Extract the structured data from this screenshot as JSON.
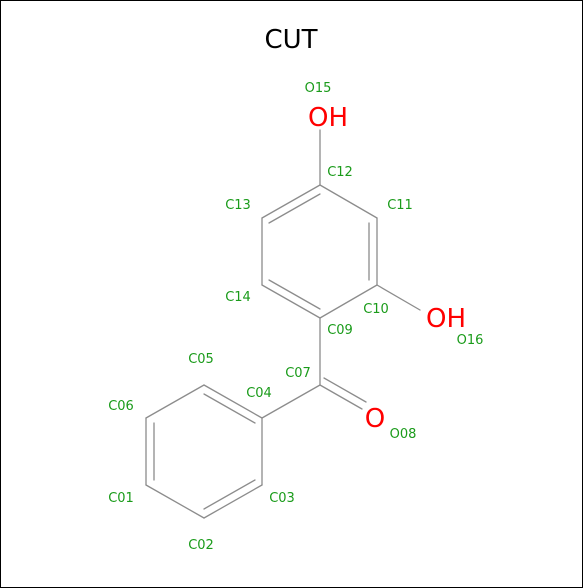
{
  "title": "CUT",
  "colors": {
    "bond": "#8c8c8c",
    "carbon_label": "#1a9b1a",
    "oxygen": "#ff0000",
    "title": "#000000",
    "frame": "#000000"
  },
  "atoms": {
    "C01": "C01",
    "C02": "C02",
    "C03": "C03",
    "C04": "C04",
    "C05": "C05",
    "C06": "C06",
    "C07": "C07",
    "O08": "O08",
    "C09": "C09",
    "C10": "C10",
    "C11": "C11",
    "C12": "C12",
    "C13": "C13",
    "C14": "C14",
    "O15": "O15",
    "O16": "O16"
  },
  "groups": {
    "O15": "OH",
    "O16": "OH",
    "O08": "O"
  }
}
